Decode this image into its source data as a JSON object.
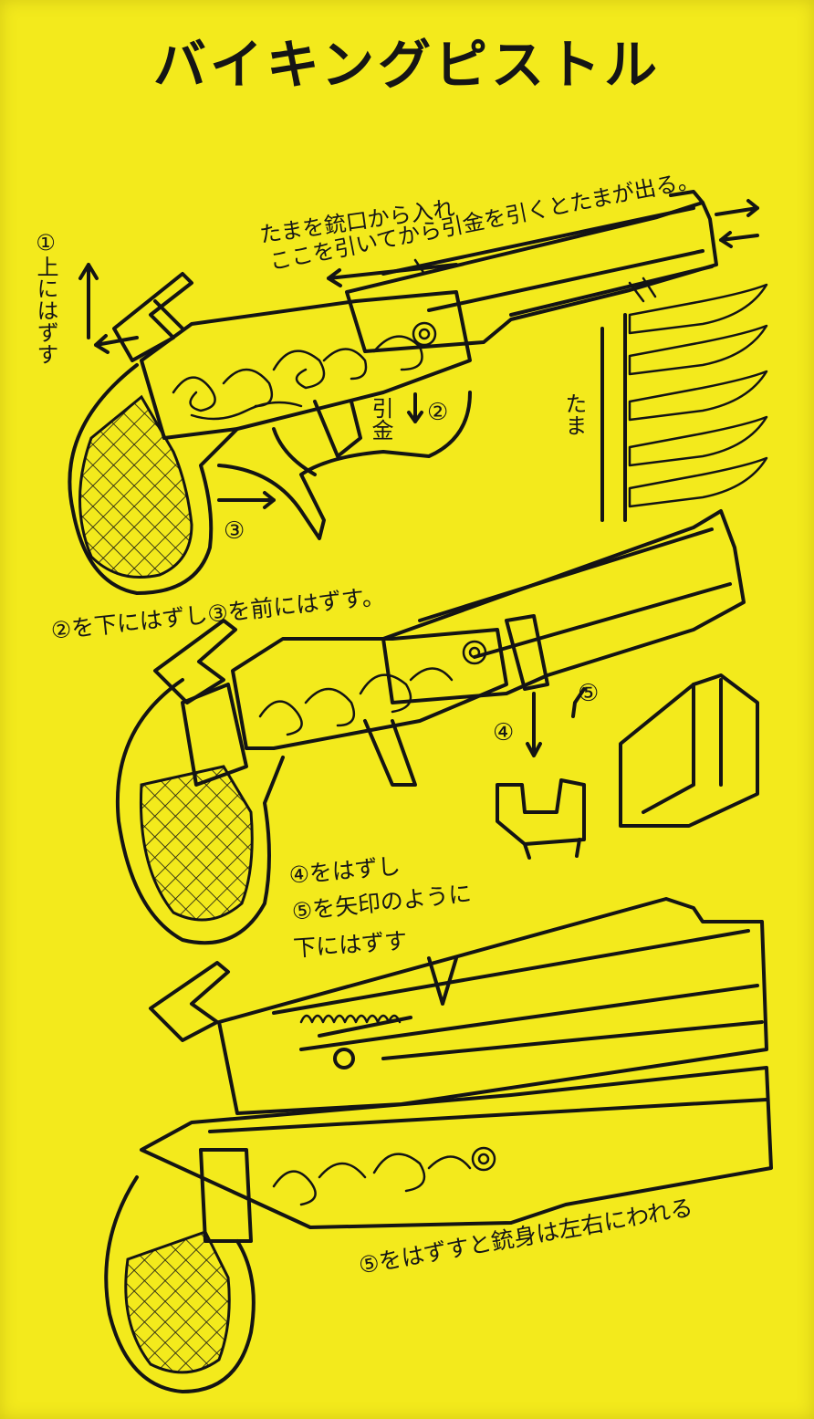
{
  "title": "バイキングピストル",
  "steps": {
    "step1_label": "①上にはずす",
    "top_caption_line1": "たまを銃口から入れ",
    "top_caption_line2": "ここを引いてから引金を引くとたまが出る。",
    "trigger_label": "引金",
    "step2_marker": "②",
    "step3_marker": "③",
    "ammo_label": "たま",
    "step23_caption": "②を下にはずし③を前にはずす。",
    "step4_marker": "④",
    "step5_marker": "⑤",
    "step45_line1": "④をはずし",
    "step45_line2": "⑤を矢印のように",
    "step45_line3": "下にはずす",
    "step5_caption": "⑤をはずすと銃身は左右にわれる"
  },
  "colors": {
    "card_background": "#f3ea1c",
    "ink": "#141414"
  },
  "illustrations": {
    "figure1": "pistol-assembled-with-ammo",
    "figure2": "pistol-with-parts-4-and-5",
    "figure3": "pistol-barrel-split-open"
  }
}
